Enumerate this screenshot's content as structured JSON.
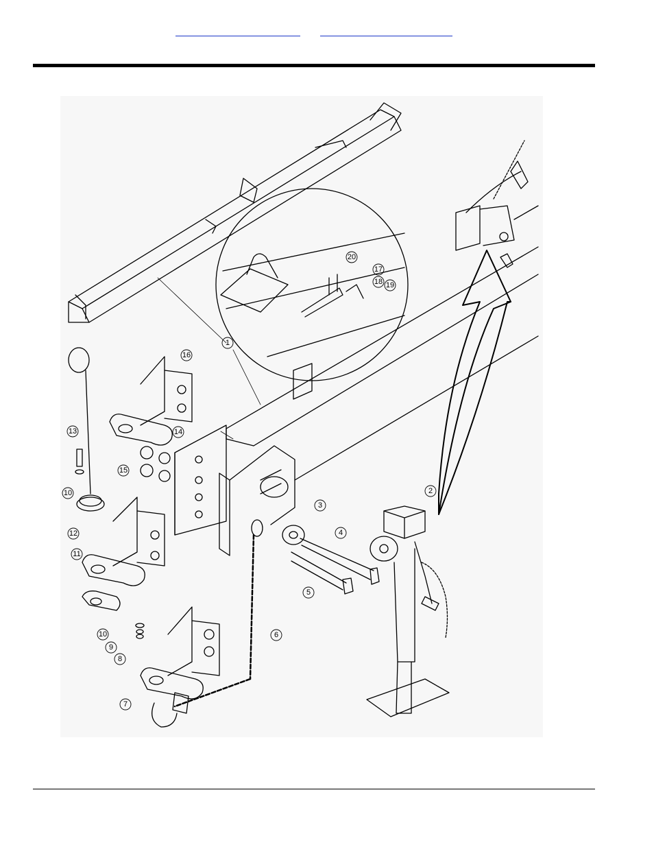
{
  "header": {
    "links": [
      "",
      ""
    ]
  },
  "diagram": {
    "callouts": [
      "1",
      "2",
      "3",
      "4",
      "5",
      "6",
      "7",
      "8",
      "9",
      "10",
      "10",
      "11",
      "12",
      "13",
      "14",
      "15",
      "16",
      "17",
      "18",
      "19",
      "20"
    ]
  },
  "colors": {
    "link": "#1a35c8",
    "rule": "#000000",
    "line": "#000000"
  }
}
